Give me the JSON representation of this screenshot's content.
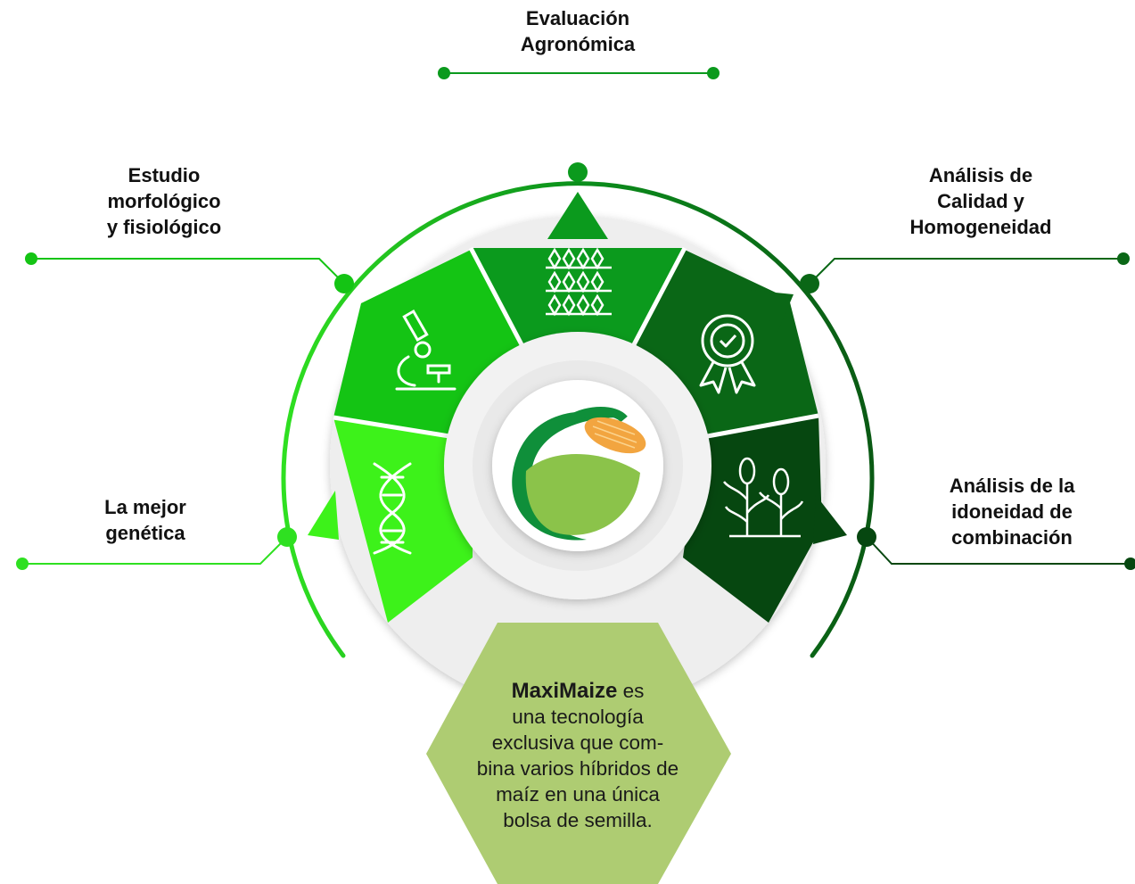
{
  "labels": {
    "evaluacion": "Evaluación\nAgronómica",
    "morfologico": "Estudio\nmorfológico\ny fisiológico",
    "calidad": "Análisis de\nCalidad y\nHomogeneidad",
    "genetica": "La mejor\ngenética",
    "idoneidad": "Análisis de la\nidoneidad de\ncombinación"
  },
  "center_text": {
    "brand": "MaxiMaize",
    "body": " es\nuna tecnología\nexclusiva que com-\nbina varios híbridos de\nmaíz en una única\nbolsa de semilla."
  },
  "icons": {
    "segment_1": "dna-icon",
    "segment_2": "microscope-icon",
    "segment_3": "corn-field-icon",
    "segment_4": "award-badge-icon",
    "segment_5": "corn-plants-icon",
    "center": "maximaize-logo"
  },
  "colors": {
    "segment_1": "#3df21a",
    "segment_2": "#14c414",
    "segment_3": "#0b9a1d",
    "segment_4": "#0a6716",
    "segment_5": "#064710",
    "hexagon": "#aecc72",
    "ring_light": "#2fe021",
    "ring_dark": "#0a5a14",
    "corn": "#f2a540",
    "logo_light": "#8bc34a",
    "logo_dark": "#0f8f3a"
  }
}
